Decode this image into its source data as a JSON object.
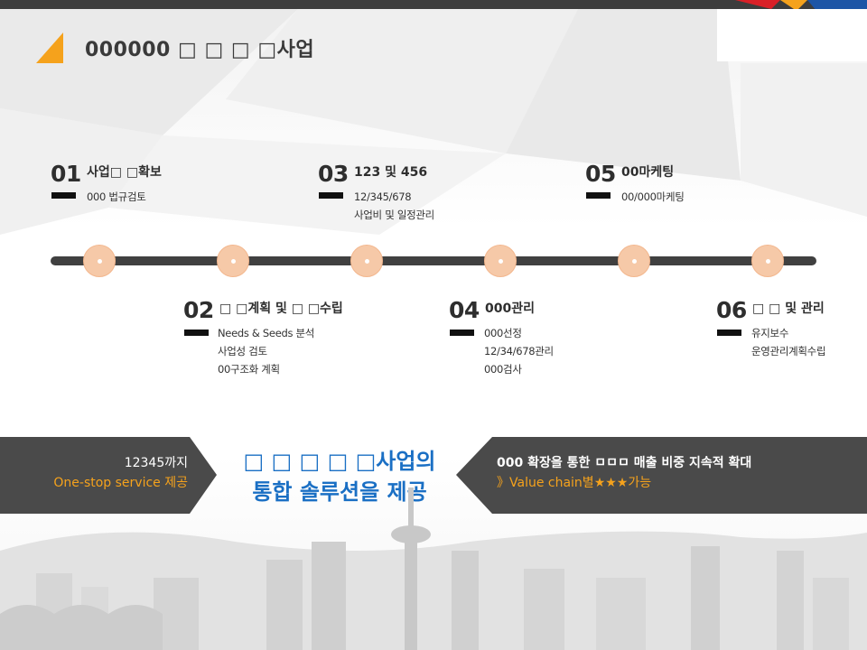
{
  "header": {
    "title": "000000 □ □ □ □사업"
  },
  "steps": [
    {
      "num": "01",
      "title": "사업□ □확보",
      "lines": [
        "000 법규검토"
      ]
    },
    {
      "num": "02",
      "title": "□ □계획 및 □ □수립",
      "lines": [
        "Needs & Seeds 분석",
        "사업성 검토",
        "00구조화 계획"
      ]
    },
    {
      "num": "03",
      "title": "123 및 456",
      "lines": [
        "12/345/678",
        "사업비 및 일정관리"
      ]
    },
    {
      "num": "04",
      "title": "000관리",
      "lines": [
        "000선정",
        "12/34/678관리",
        "000검사"
      ]
    },
    {
      "num": "05",
      "title": "00마케팅",
      "lines": [
        "00/000마케팅"
      ]
    },
    {
      "num": "06",
      "title": "□ □ 및 관리",
      "lines": [
        "유지보수",
        "운영관리계획수립"
      ]
    }
  ],
  "banner": {
    "left_line1": "12345까지",
    "left_line2": "One-stop service 제공",
    "center_line1": "□ □  □ □ □사업의",
    "center_line2": "통합 솔루션을 제공",
    "right_line1": "000 확장을 통한 ㅁㅁㅁ 매출 비중 지속적 확대",
    "right_line2": "》Value chain별★★★가능"
  },
  "colors": {
    "accent_orange": "#f5a21c",
    "accent_blue": "#1a6fc4",
    "node_peach": "#f6c9a8",
    "timeline_dark": "#404040",
    "band_dark": "#4a4a4a"
  }
}
